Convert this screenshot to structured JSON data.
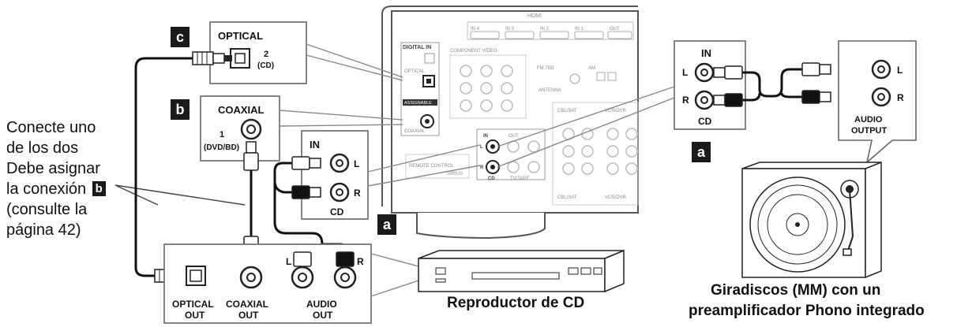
{
  "note": {
    "line1": "Conecte uno",
    "line2": "de los dos",
    "line3": "Debe asignar",
    "line4": "la conexión",
    "line4_badge": "b",
    "line5": "(consulte la",
    "line6": "página 42)"
  },
  "badges": {
    "a": "a",
    "b": "b",
    "c": "c"
  },
  "optical_box": {
    "title": "OPTICAL",
    "number": "2",
    "sub": "(CD)"
  },
  "coaxial_box": {
    "title": "COAXIAL",
    "number": "1",
    "sub": "(DVD/BD)"
  },
  "cd_in_box": {
    "title": "IN",
    "left": "L",
    "right": "R",
    "bottom": "CD"
  },
  "right_in_box": {
    "title": "IN",
    "left": "L",
    "right": "R",
    "bottom": "CD"
  },
  "audio_output_box": {
    "left": "L",
    "right": "R",
    "title1": "AUDIO",
    "title2": "OUTPUT"
  },
  "cd_player_panel": {
    "optical1": "OPTICAL",
    "optical2": "OUT",
    "coaxial1": "COAXIAL",
    "coaxial2": "OUT",
    "audio1": "AUDIO",
    "audio2": "OUT",
    "left": "L",
    "right": "R"
  },
  "receiver": {
    "hdmi": "HDMI",
    "hdmi_in4": "IN 4",
    "hdmi_in3": "IN 3",
    "hdmi_in2": "IN 2",
    "hdmi_in1": "IN 1",
    "hdmi_out": "OUT",
    "digital_in": "DIGITAL IN",
    "optical": "OPTICAL",
    "assignable": "ASSIGNABLE",
    "coaxial": "COAXIAL",
    "component_video": "COMPONENT VIDEO",
    "antenna": "ANTENNA",
    "fm": "FM 75Ω",
    "am": "AM",
    "cbl_sat": "CBL/SAT",
    "vcr_dvr": "VCR/DVR",
    "tv_tape": "TV/TAPE",
    "cd": "CD",
    "sirius": "SIRIUS",
    "remote_control": "REMOTE CONTROL",
    "in": "IN",
    "out": "OUT",
    "l": "L",
    "r": "R"
  },
  "captions": {
    "cd_player": "Reproductor de CD",
    "turntable1": "Giradiscos (MM) con un",
    "turntable2": "preamplificador Phono integrado"
  }
}
